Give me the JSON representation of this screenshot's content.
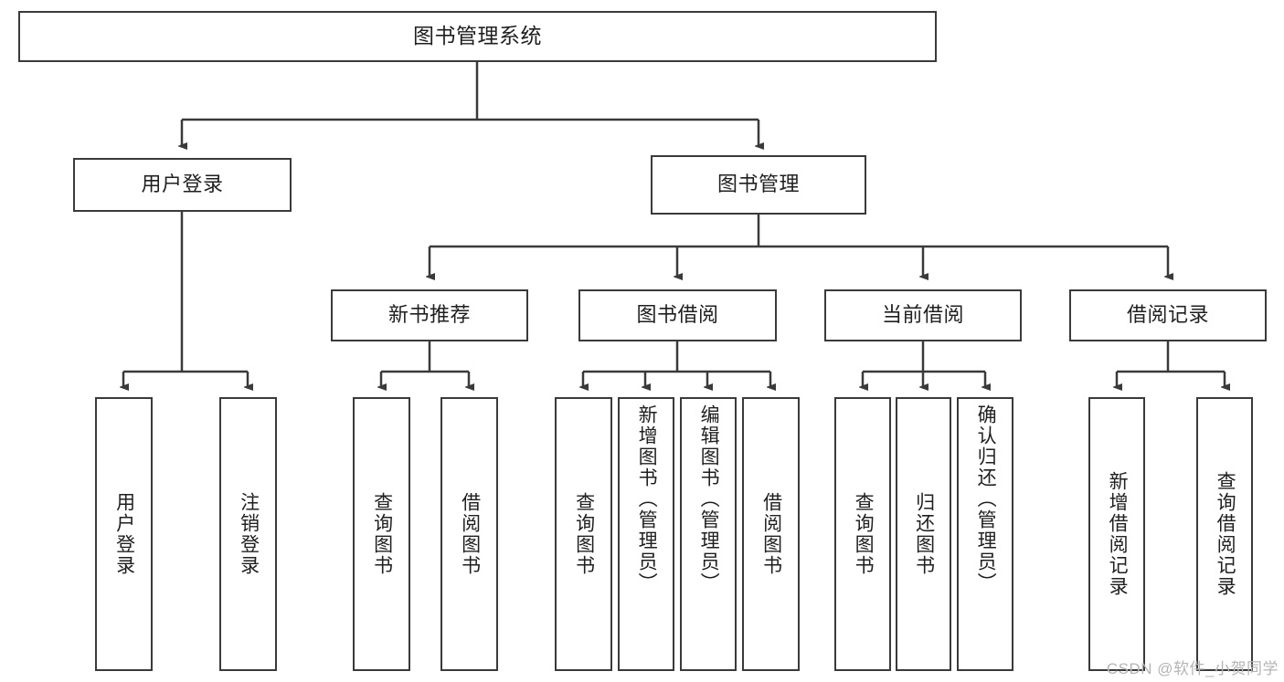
{
  "diagram": {
    "title": "图书管理系统",
    "stroke_color": "#3a3a3a",
    "text_color": "#1f1f1f",
    "background": "#ffffff",
    "root": {
      "label": "图书管理系统"
    },
    "level1": [
      {
        "label": "用户登录"
      },
      {
        "label": "图书管理"
      }
    ],
    "level2": [
      {
        "label": "新书推荐"
      },
      {
        "label": "图书借阅"
      },
      {
        "label": "当前借阅"
      },
      {
        "label": "借阅记录"
      }
    ],
    "leaves": {
      "user_login": [
        {
          "label": "用户登录"
        },
        {
          "label": "注销登录"
        }
      ],
      "new_book_recommend": [
        {
          "label": "查询图书"
        },
        {
          "label": "借阅图书"
        }
      ],
      "book_borrow": [
        {
          "label": "查询图书"
        },
        {
          "label": "新增图书（管理员）"
        },
        {
          "label": "编辑图书（管理员）"
        },
        {
          "label": "借阅图书"
        }
      ],
      "current_borrow": [
        {
          "label": "查询图书"
        },
        {
          "label": "归还图书"
        },
        {
          "label": "确认归还（管理员）"
        }
      ],
      "borrow_record": [
        {
          "label": "新增借阅记录"
        },
        {
          "label": "查询借阅记录"
        }
      ]
    }
  },
  "watermark": {
    "text": "CSDN @软件_小贺同学"
  }
}
